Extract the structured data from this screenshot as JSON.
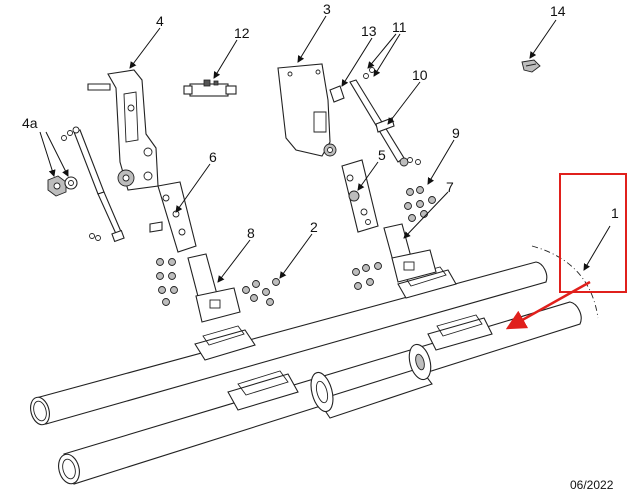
{
  "callouts": {
    "c1": "1",
    "c2": "2",
    "c3": "3",
    "c4": "4",
    "c4a": "4a",
    "c5": "5",
    "c6": "6",
    "c7": "7",
    "c8": "8",
    "c9": "9",
    "c10": "10",
    "c11": "11",
    "c12": "12",
    "c13": "13",
    "c14": "14"
  },
  "date_stamp": "06/2022",
  "colors": {
    "highlight": "#e0201c",
    "line": "#222222"
  }
}
